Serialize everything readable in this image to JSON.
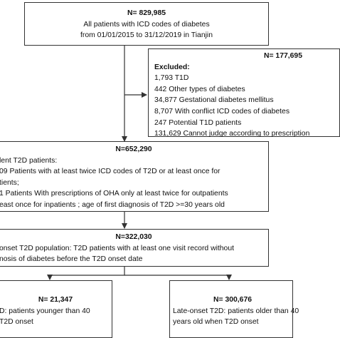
{
  "boxes": {
    "all_patients": {
      "count": "N= 829,985",
      "lines": [
        "All patients with ICD codes of diabetes",
        "from 01/01/2015 to 31/12/2019 in Tianjin"
      ]
    },
    "excluded": {
      "count": "N= 177,695",
      "heading": "Excluded:",
      "lines": [
        "1,793 T1D",
        "442 Other types of diabetes",
        "34,877 Gestational diabetes mellitus",
        "8,707 With conflict ICD codes of diabetes",
        "247 Potential T1D patients",
        "131,629 Cannot judge  according to prescription"
      ]
    },
    "prevalent": {
      "count": "N=652,290",
      "lines": [
        "lent T2D patients:",
        "09 Patients with at least twice ICD codes of T2D or at least once for",
        "tients;",
        "1 Patients With prescriptions of OHA only at least twice for outpatients",
        "east once for inpatients ;  age of first diagnosis of T2D >=30 years old"
      ]
    },
    "onset": {
      "count": "N=322,030",
      "lines": [
        "onset T2D population: T2D patients with at least one visit record without",
        "nosis of diabetes before the T2D onset date"
      ]
    },
    "early": {
      "count": "N= 21,347",
      "lines": [
        "D: patients younger than 40",
        "T2D onset"
      ]
    },
    "late": {
      "count": "N= 300,676",
      "lines": [
        "Late-onset T2D: patients older than 40",
        "years old when T2D onset"
      ]
    }
  }
}
